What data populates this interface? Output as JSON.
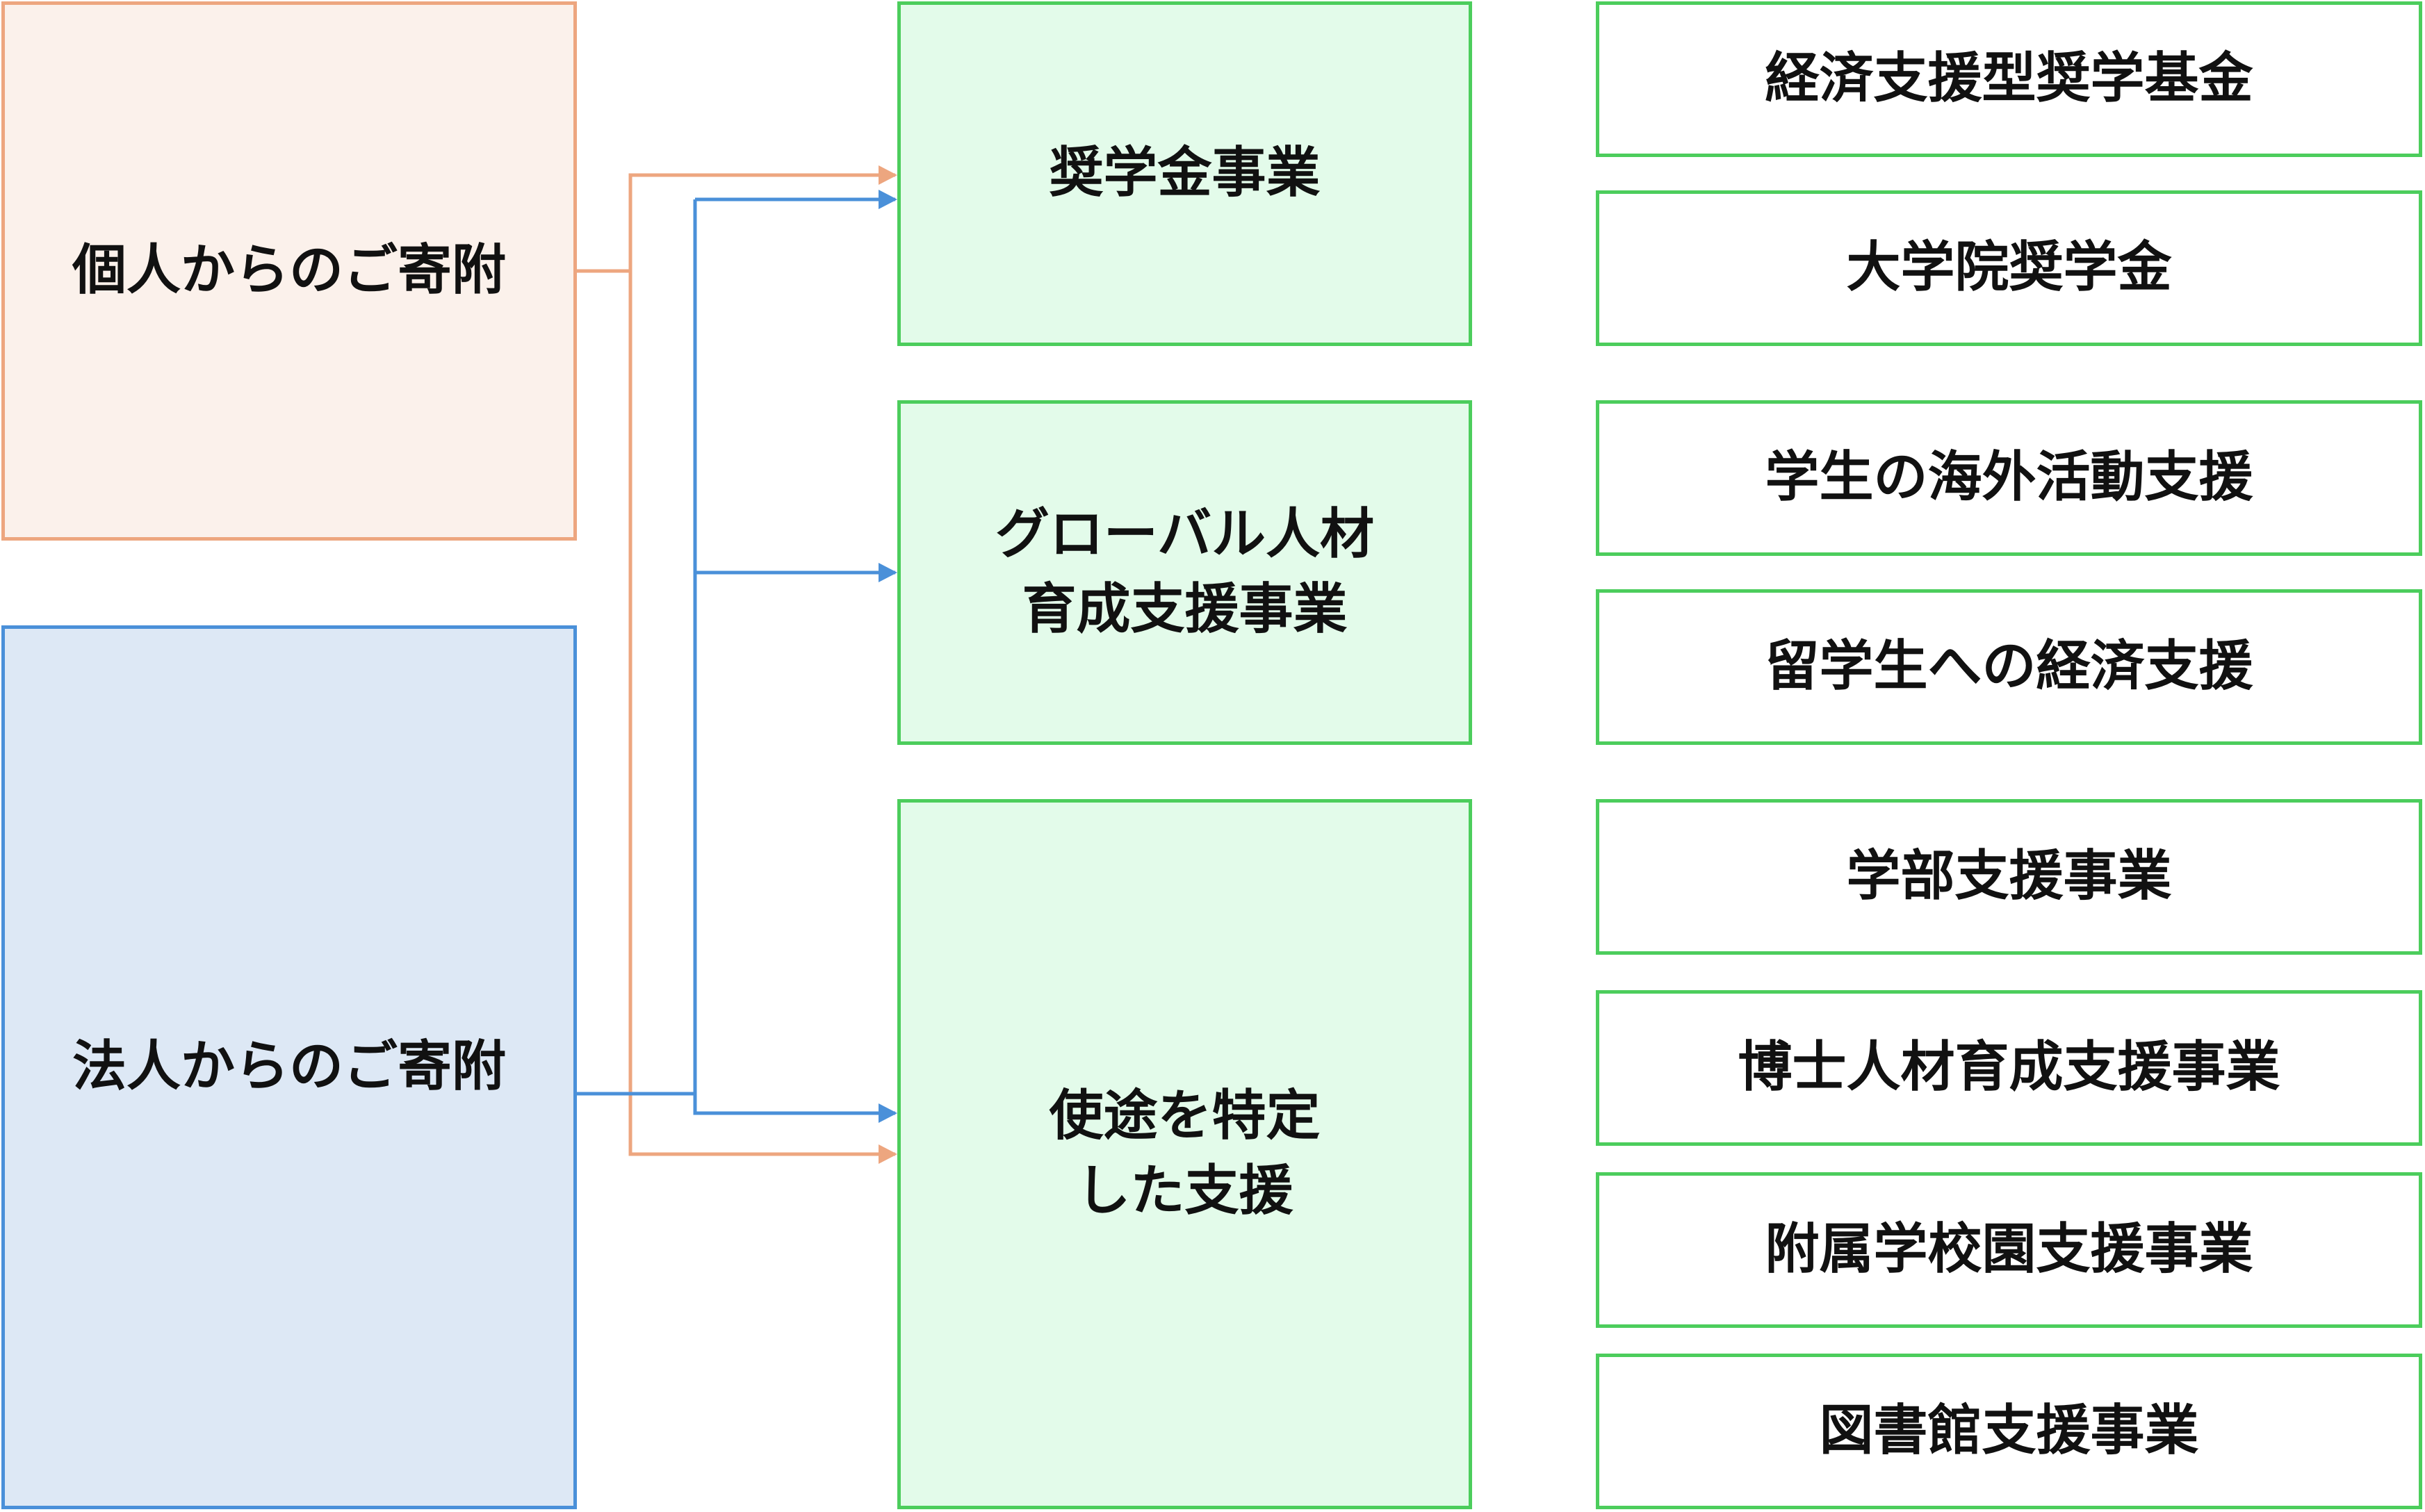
{
  "donors": {
    "individual": {
      "label": "個人からのご寄附",
      "color": "#eda67f"
    },
    "corporate": {
      "label": "法人からのご寄附",
      "color": "#4a90d9"
    }
  },
  "programs": [
    {
      "label": "奨学金事業"
    },
    {
      "label": "グローバル人材\n育成支援事業"
    },
    {
      "label": "使途を特定\nした支援"
    }
  ],
  "items": [
    "経済支援型奨学基金",
    "大学院奨学金",
    "学生の海外活動支援",
    "留学生への経済支援",
    "学部支援事業",
    "博士人材育成支援事業",
    "附属学校園支援事業",
    "図書館支援事業"
  ],
  "connections": [
    {
      "from": "個人からのご寄附",
      "to": [
        "奨学金事業",
        "使途を特定\nした支援"
      ]
    },
    {
      "from": "法人からのご寄附",
      "to": [
        "奨学金事業",
        "グローバル人材\n育成支援事業",
        "使途を特定\nした支援"
      ]
    }
  ],
  "colors": {
    "program_border": "#4ccd5c",
    "program_fill": "#e3fbea"
  }
}
